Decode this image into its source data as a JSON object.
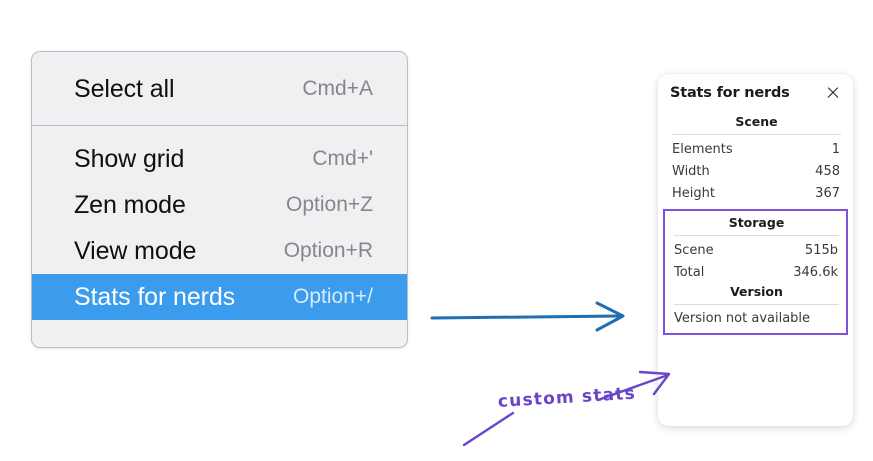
{
  "context_menu": {
    "sections": [
      {
        "items": [
          {
            "label": "Select all",
            "shortcut": "Cmd+A",
            "selected": false
          }
        ]
      },
      {
        "items": [
          {
            "label": "Show grid",
            "shortcut": "Cmd+'",
            "selected": false
          },
          {
            "label": "Zen mode",
            "shortcut": "Option+Z",
            "selected": false
          },
          {
            "label": "View mode",
            "shortcut": "Option+R",
            "selected": false
          },
          {
            "label": "Stats for nerds",
            "shortcut": "Option+/",
            "selected": true
          }
        ]
      }
    ],
    "highlight_color": "#3b9bec",
    "background_color": "#f0f0f2"
  },
  "stats_panel": {
    "title": "Stats for nerds",
    "close_icon": "close-icon",
    "sections": [
      {
        "heading": "Scene",
        "rows": [
          {
            "key": "Elements",
            "value": "1"
          },
          {
            "key": "Width",
            "value": "458"
          },
          {
            "key": "Height",
            "value": "367"
          }
        ]
      },
      {
        "heading": "Storage",
        "rows": [
          {
            "key": "Scene",
            "value": "515b"
          },
          {
            "key": "Total",
            "value": "346.6k"
          }
        ]
      },
      {
        "heading": "Version",
        "text": "Version not available"
      }
    ],
    "highlight_border_color": "#7b52d8"
  },
  "annotations": {
    "flow_arrow_color": "#1f6fb2",
    "note_text": "custom stats",
    "note_color": "#6a45c8"
  }
}
